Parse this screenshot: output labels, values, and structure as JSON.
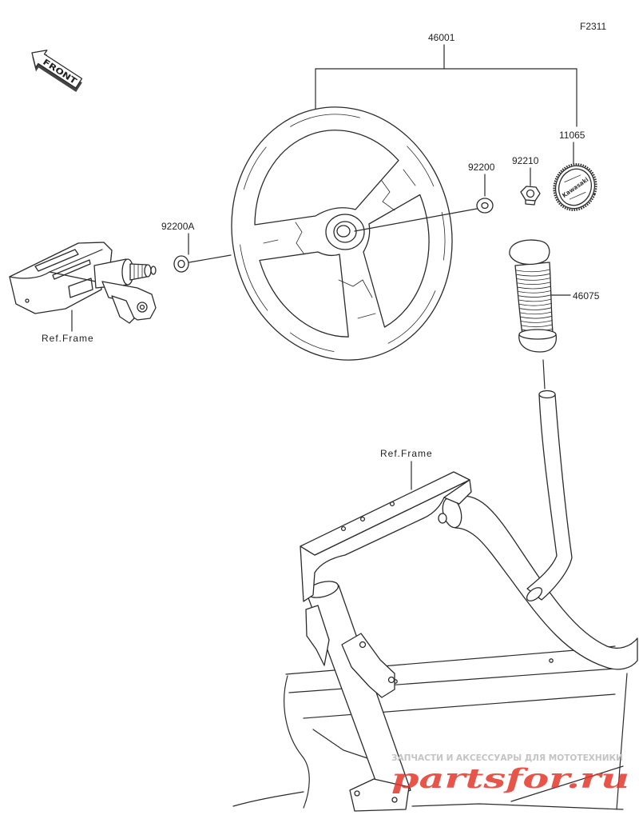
{
  "diagram": {
    "code": "F2311",
    "front_arrow": "FRONT",
    "callouts": {
      "steering_wheel": "46001",
      "horn_cap": "11065",
      "washer": "92200",
      "nut": "92210",
      "washer_a": "92200A",
      "grip": "46075",
      "ref_frame_column": "Ref.Frame",
      "ref_frame_bar": "Ref.Frame"
    },
    "emblem_text": "Kawasaki",
    "line_color": "#2b2b2b"
  },
  "watermark": {
    "tagline": "ЗАПЧАСТИ И АКСЕССУАРЫ ДЛЯ МОТОТЕХНИКИ",
    "logo": "partsfor.ru",
    "tagline_color": "#c4c4c4",
    "logo_color": "#e2372b"
  }
}
